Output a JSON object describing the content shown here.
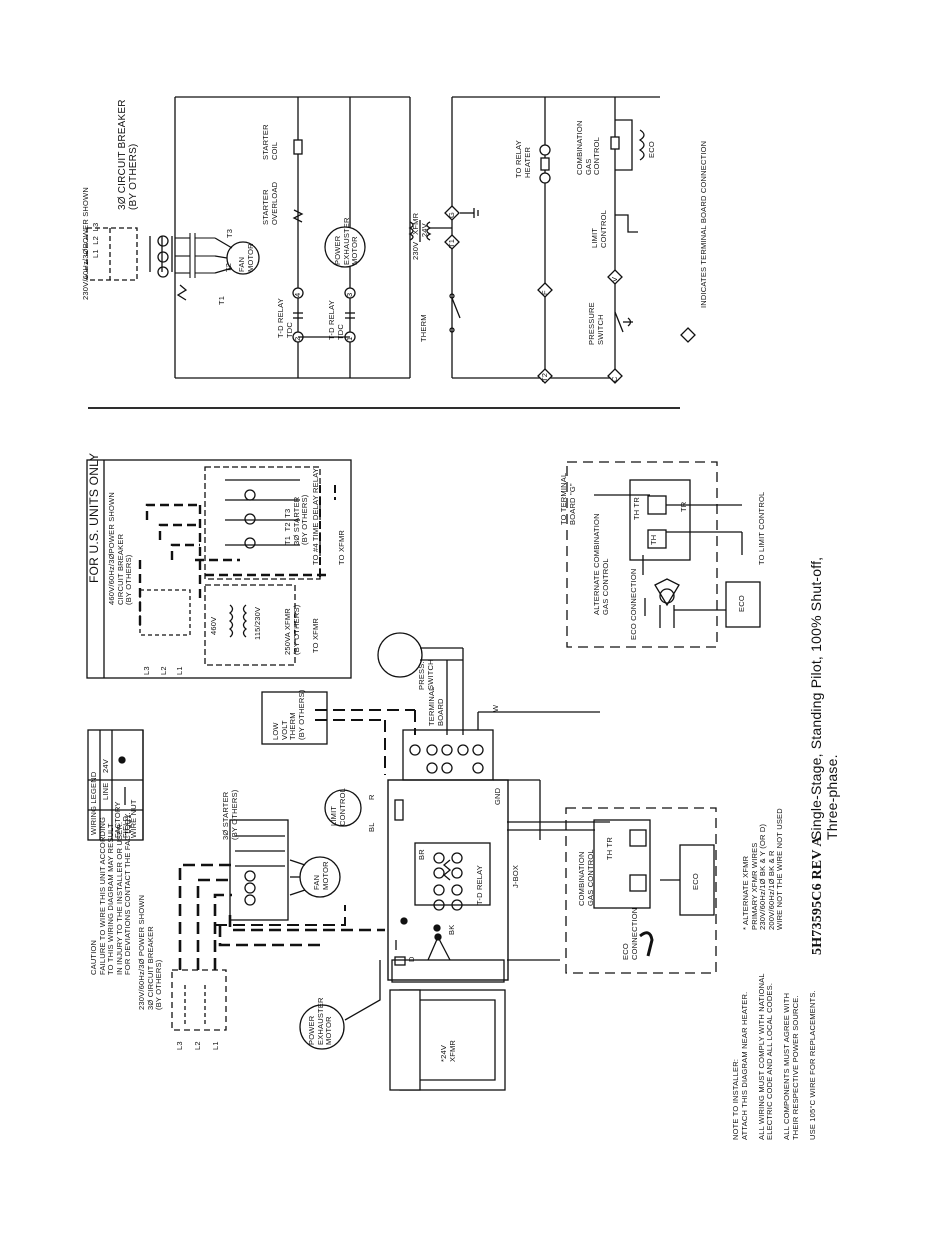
{
  "ladder": {
    "supply": "230V/60Hz/3ØPOWER SHOWN",
    "lines": "L1  L2  L3",
    "breaker": "3Ø CIRCUIT BREAKER\n(BY OTHERS)",
    "t1": "T1",
    "t2": "T2",
    "t3": "T3",
    "fan_motor": "FAN\nMOTOR",
    "starter_overload": "STARTER\nOVERLOAD",
    "starter_coil": "STARTER\nCOIL",
    "power_exhauster_motor": "POWER\nEXHAUSTER\nMOTOR",
    "td_relay_1": "T-D RELAY\nTDC",
    "td_relay_2": "T-D RELAY\nTDC",
    "xfmr": "230V   XFMR\n          24V",
    "therm": "THERM",
    "to_relay_heater": "TO RELAY\nHEATER",
    "combination_gas_control": "COMBINATION\nGAS\nCONTROL",
    "eco": "ECO",
    "limit_control": "LIMIT\nCONTROL",
    "pressure_switch": "PRESSURE\nSWITCH",
    "terminal_note": "INDICATES TERMINAL BOARD CONNECTION",
    "n4": "4",
    "n2": "2",
    "n3": "3",
    "n1": "1",
    "nG": "G",
    "nT1": "T1",
    "nF": "F",
    "nT2": "T2",
    "nV": "V",
    "nC": "C",
    "nL1": "L1",
    "nL2": "L2",
    "nL3": "L3"
  },
  "us_units": {
    "title": "FOR U.S. UNITS ONLY",
    "supply": "460V/60Hz/3ØPOWER SHOWN\nCIRCUIT BREAKER\n(BY OTHERS)",
    "v460": "460V",
    "v115": "115/230V",
    "xfmr": "250VA XFMR\n(BY OTHERS)",
    "starter": "T1  T2  T3\n3Ø STARTER\n(BY OTHERS)",
    "to_td_relay": "TO #4 TIME DELAY RELAY",
    "to_xfmr_1": "TO XFMR",
    "to_xfmr_2": "TO XFMR",
    "l1": "L1",
    "l2": "L2",
    "l3": "L3"
  },
  "alternate": {
    "title": "ALTERNATE COMBINATION\nGAS CONTROL",
    "eco_connection": "ECO CONNECTION",
    "eco": "ECO",
    "th_tr": "TH  TR",
    "th": "TH",
    "tr": "TR",
    "to_terminal_board": "TO TERMINAL\nBOARD \"G\"",
    "to_limit_control": "TO LIMIT CONTROL"
  },
  "legend": {
    "title": "WIRING LEGEND",
    "col_line": "LINE",
    "col_24v": "24V",
    "factory": "FACTORY",
    "field": "FIELD",
    "wire_nut": "WIRE NUT"
  },
  "pictorial": {
    "caution": "CAUTION\nFAILURE TO WIRE THIS UNIT ACCORDING\nTO THIS WIRING DIAGRAM MAY RESULT\nIN INJURY TO THE INSTALLER OR USER.\nFOR DEVIATIONS CONTACT THE FACTORY.",
    "supply": "230V/60Hz/3Ø POWER SHOWN\n3Ø CIRCUIT BREAKER\n(BY OTHERS)",
    "starter": "3Ø STARTER\n(BY OTHERS)",
    "fan_motor": "FAN\nMOTOR",
    "power_exhauster_motor": "POWER\nEXHAUSTER\nMOTOR",
    "xfmr": "*24V\nXFMR",
    "limit_control": "LIMIT\nCONTROL",
    "low_volt_therm": "LOW\nVOLT\nTHERM\n(BY OTHERS)",
    "press_switch": "PRESS.\nSWITCH",
    "terminal_board": "TERMINAL\nBOARD",
    "td_relay": "T-D RELAY",
    "j_box": "J-BOX",
    "combination_gas_control": "COMBINATION\nGAS CONTROL",
    "th_tr": "TH  TR",
    "eco_connection": "ECO\nCONNECTION",
    "eco": "ECO",
    "gnd": "GND",
    "wire_r": "R",
    "wire_bl": "BL",
    "wire_bk": "BK",
    "wire_br": "BR",
    "wire_w": "W",
    "wire_d": "D",
    "l1": "L1",
    "l2": "L2",
    "l3": "L3"
  },
  "notes": {
    "installer": "NOTE TO INSTALLER:\nATTACH THIS DIAGRAM NEAR HEATER.\n\nALL WIRING MUST COMPLY WITH NATIONAL\nELECTRIC CODE AND ALL LOCAL CODES.\n\nALL COMPONENTS MUST AGREE WITH\nTHEIR RESPECTIVE POWER SOURCE.\n\nUSE 105°C WIRE FOR REPLACEMENTS.",
    "alternate_xfmr": "* ALTERNATE XFMR\nPRIMARY XFMR WIRES\n230V/60Hz/1Ø BK & Y (OR D)\n200V/60Hz/1Ø BK & R\nWIRE NOT THE WIRE NOT USED"
  },
  "footer": {
    "part_number": "5H73595C6   REV A",
    "caption": "Single-Stage, Standing Pilot, 100% Shut-off,\nThree-phase."
  }
}
